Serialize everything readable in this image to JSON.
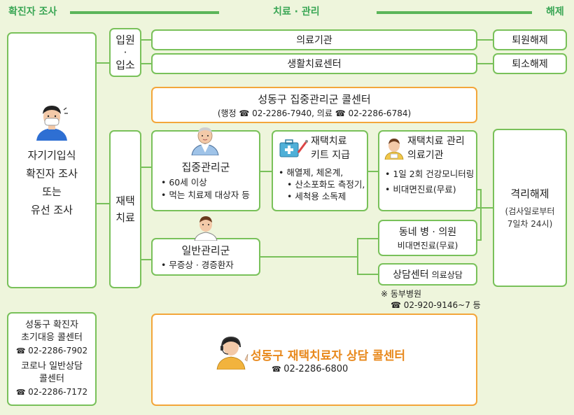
{
  "headers": {
    "left": "확진자 조사",
    "middle": "치료 · 관리",
    "right": "해제"
  },
  "left": {
    "main_lines": [
      "자기기입식",
      "확진자 조사",
      "또는",
      "유선 조사"
    ],
    "contact1_title": [
      "성동구 확진자",
      "초기대응 콜센터"
    ],
    "contact1_phone": "02-2286-7902",
    "contact2_title": [
      "코로나 일반상담",
      "콜센터"
    ],
    "contact2_phone": "02-2286-7172"
  },
  "admission": {
    "line1": "입원",
    "dot": "·",
    "line2": "입소"
  },
  "hospital": "의료기관",
  "living_center": "생활치료센터",
  "discharge": "퇴원해제",
  "exit_center": "퇴소해제",
  "home_care": {
    "line1": "재택",
    "line2": "치료"
  },
  "call_center": {
    "title": "성동구 집중관리군 콜센터",
    "detail": "(행정 ☎ 02-2286-7940, 의료 ☎ 02-2286-6784)"
  },
  "intensive": {
    "title": "집중관리군",
    "items": [
      "60세 이상",
      "먹는 치료제 대상자 등"
    ]
  },
  "kit": {
    "title": [
      "재택치료",
      "키트 지급"
    ],
    "items": [
      "해열제, 체온계,",
      "산소포화도 측정기,",
      "세척용 소독제"
    ]
  },
  "med_inst": {
    "title": [
      "재택치료 관리",
      "의료기관"
    ],
    "items": [
      "1일 2회 건강모니터링",
      "비대면진료(무료)"
    ]
  },
  "general": {
    "title": "일반관리군",
    "items": [
      "무증상 · 경증환자"
    ]
  },
  "clinic": {
    "title": "동네 병 · 의원",
    "sub": "비대면진료(무료)"
  },
  "consult": {
    "title": "상담센터",
    "sub": "의료상담"
  },
  "note": {
    "line1": "※ 동부병원",
    "line2": "☎ 02-920-9146~7 등"
  },
  "release": {
    "title": "격리해제",
    "sub": [
      "(검사일로부터",
      "7일차 24시)"
    ]
  },
  "bottom_center": {
    "title": "성동구 재택치료자 상담 콜센터",
    "phone": "02-2286-6800"
  },
  "colors": {
    "green": "#79c15a",
    "orange": "#f3a63a",
    "title_orange": "#e8891d",
    "header_green": "#3aa655",
    "bg": "#eef5dc"
  }
}
